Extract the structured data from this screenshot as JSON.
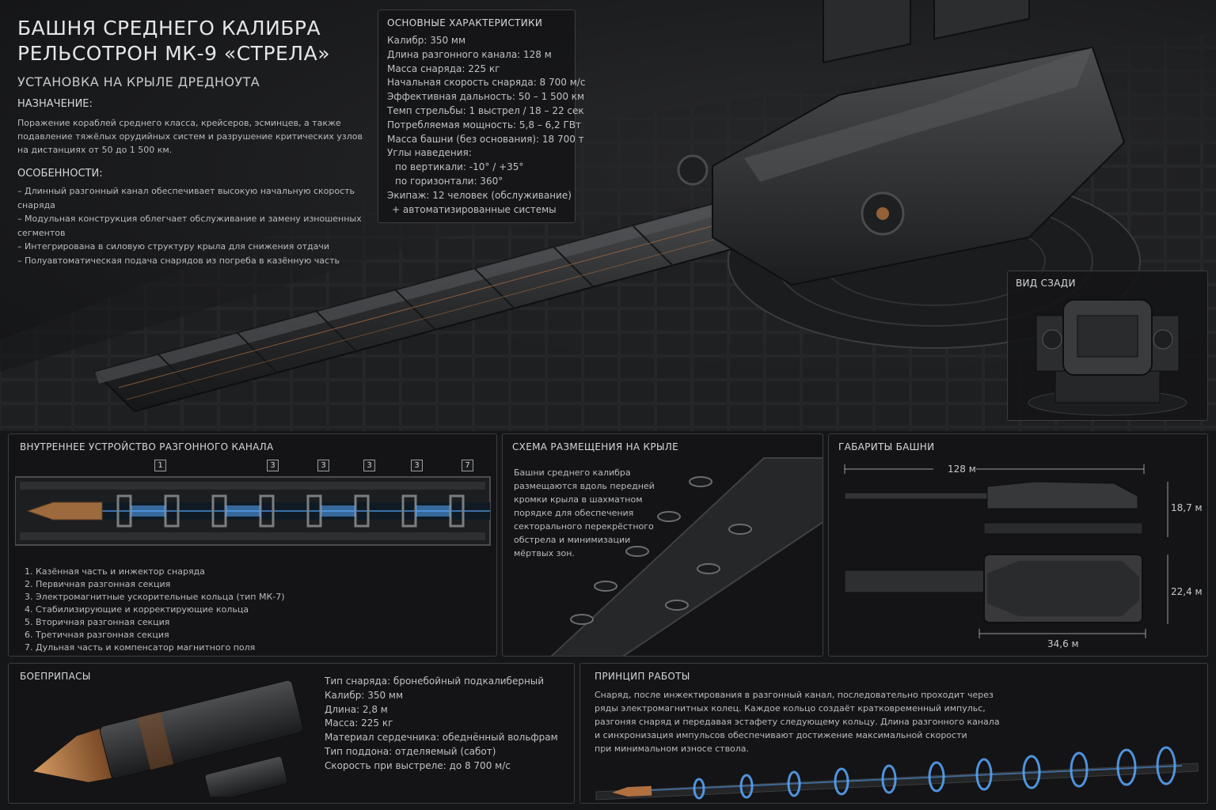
{
  "header": {
    "title_line1": "БАШНЯ СРЕДНЕГО КАЛИБРА",
    "title_line2": "РЕЛЬСОТРОН МК-9 «СТРЕЛА»",
    "subtitle": "УСТАНОВКА НА КРЫЛЕ ДРЕДНОУТА"
  },
  "purpose": {
    "heading": "НАЗНАЧЕНИЕ:",
    "lines": [
      "Поражение кораблей среднего класса, крейсеров, эсминцев, а также",
      "подавление тяжёлых орудийных систем и разрушение критических узлов",
      "на дистанциях от 50 до 1 500 км."
    ]
  },
  "features": {
    "heading": "ОСОБЕННОСТИ:",
    "items": [
      "– Длинный разгонный канал обеспечивает высокую начальную скорость снаряда",
      "– Модульная конструкция облегчает обслуживание и замену изношенных сегментов",
      "– Интегрирована в силовую структуру крыла для снижения отдачи",
      "– Полуавтоматическая подача снарядов из погреба в казённую часть"
    ]
  },
  "specs": {
    "heading": "ОСНОВНЫЕ ХАРАКТЕРИСТИКИ",
    "lines": [
      "Калибр: 350 мм",
      "Длина разгонного канала: 128 м",
      "Масса снаряда: 225 кг",
      "Начальная скорость снаряда: 8 700 м/с",
      "Эффективная дальность: 50 – 1 500 км",
      "Темп стрельбы: 1 выстрел / 18 – 22 сек",
      "Потребляемая мощность: 5,8 – 6,2 ГВт",
      "Масса башни (без основания): 18 700 т",
      "Углы наведения:",
      "  по вертикали: -10° / +35°",
      "  по горизонтали: 360°",
      "Экипаж: 12 человек (обслуживание)",
      "  + автоматизированные системы"
    ]
  },
  "rear_view": {
    "heading": "ВИД СЗАДИ"
  },
  "internal": {
    "heading": "ВНУТРЕННЕЕ УСТРОЙСТВО РАЗГОННОГО КАНАЛА",
    "tags": [
      "1",
      "3",
      "3",
      "3",
      "3",
      "7"
    ],
    "parts": [
      "1. Казённая часть и инжектор снаряда",
      "2. Первичная разгонная секция",
      "3. Электромагнитные ускорительные кольца (тип МК-7)",
      "4. Стабилизирующие и корректирующие кольца",
      "5. Вторичная разгонная секция",
      "6. Третичная разгонная секция",
      "7. Дульная часть и компенсатор магнитного поля"
    ]
  },
  "placement": {
    "heading": "СХЕМА РАЗМЕЩЕНИЯ НА КРЫЛЕ",
    "lines": [
      "Башни среднего калибра",
      "размещаются вдоль передней",
      "кромки крыла в шахматном",
      "порядке для обеспечения",
      "секторального перекрёстного",
      "обстрела и минимизации",
      "мёртвых зон."
    ]
  },
  "dimensions": {
    "heading": "ГАБАРИТЫ БАШНИ",
    "length": "128 м",
    "height": "18,7 м",
    "width": "22,4 м",
    "base": "34,6 м"
  },
  "ammo": {
    "heading": "БОЕПРИПАСЫ",
    "lines": [
      "Тип снаряда: бронебойный подкалиберный",
      "Калибр: 350 мм",
      "Длина: 2,8 м",
      "Масса: 225 кг",
      "Материал сердечника: обеднённый вольфрам",
      "Тип поддона: отделяемый (сабот)",
      "Скорость при выстреле: до 8 700 м/с"
    ]
  },
  "principle": {
    "heading": "ПРИНЦИП РАБОТЫ",
    "lines": [
      "Снаряд, после инжектирования в разгонный канал, последовательно проходит через",
      "ряды электромагнитных колец. Каждое кольцо создаёт кратковременный импульс,",
      "разгоняя снаряд и передавая эстафету следующему кольцу. Длина разгонного канала",
      "и синхронизация импульсов обеспечивают достижение максимальной скорости",
      "при минимальном износе ствола."
    ]
  },
  "colors": {
    "accent_glow": "#5aa9ff",
    "copper": "#b0703f",
    "panel_border": "#3a3d40"
  }
}
